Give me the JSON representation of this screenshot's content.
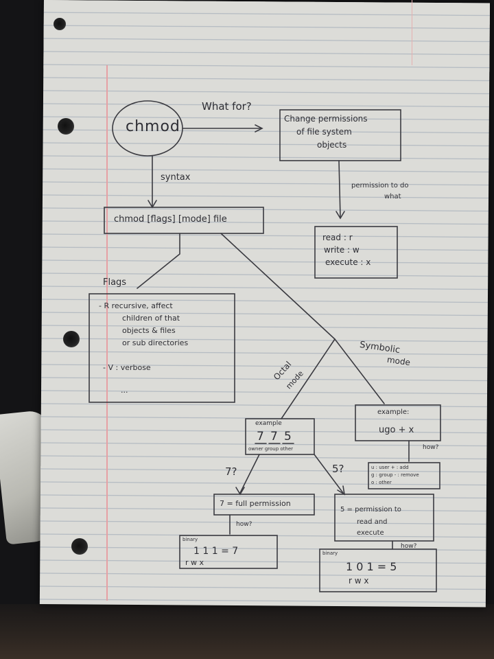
{
  "diagram": {
    "root": "chmod",
    "edge_what_for": "What for?",
    "purpose_lines": [
      "Change permissions",
      "of file system",
      "objects"
    ],
    "edge_syntax": "syntax",
    "edge_permission": [
      "permission to do",
      "what"
    ],
    "perms": [
      "read : r",
      "write : w",
      "execute : x"
    ],
    "syntax": "chmod [flags] [mode] file",
    "flags_label": "Flags",
    "flags_lines": [
      "- R  recursive, affect",
      "children of that",
      "objects & files",
      "or sub directories",
      "- V : verbose",
      "..."
    ],
    "octal_label": [
      "Octal",
      "mode"
    ],
    "symbolic_label": [
      "Symbolic",
      "mode"
    ],
    "octal_box": {
      "title": "example",
      "digits": [
        "7",
        "7",
        "5"
      ],
      "captions": "owner group other"
    },
    "symbolic_box": {
      "title": "example:",
      "value": "ugo + x"
    },
    "how_labels": [
      "how?",
      "how?",
      "how?"
    ],
    "ugo_lines": [
      "u : user    + : add",
      "g : group   - : remove",
      "o : other"
    ],
    "q7": "7?",
    "q5": "5?",
    "seven_box": "7 = full permission",
    "five_box": [
      "5 = permission to",
      "read and",
      "execute"
    ],
    "binary_label": "binary",
    "bin7": {
      "bits": "1 1 1 = 7",
      "letters": "r w x"
    },
    "bin5": {
      "bits": "1 0 1  = 5",
      "letters": "r w x"
    }
  }
}
